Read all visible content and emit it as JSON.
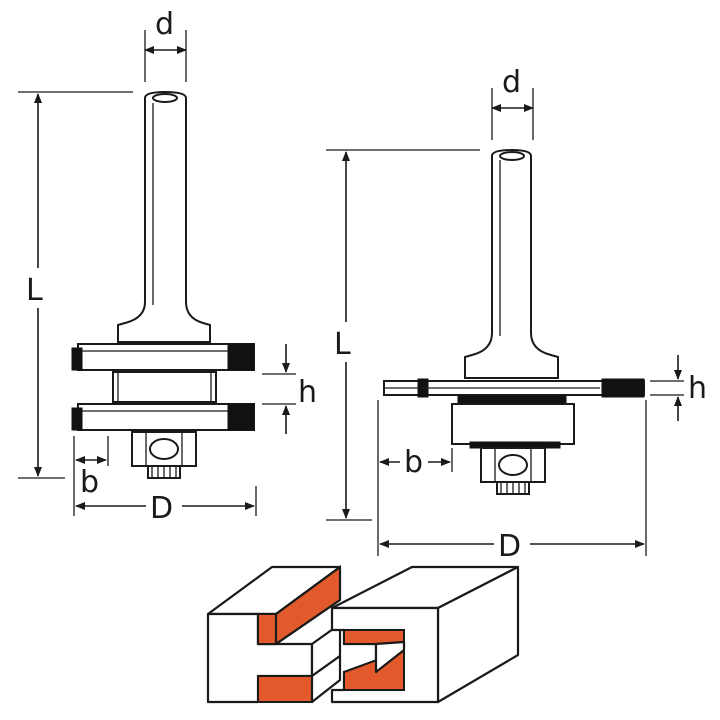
{
  "colors": {
    "accent": "#e25a2c",
    "ink": "#1a1a1a"
  },
  "left_cutter": {
    "d_label": "d",
    "L_label": "L",
    "h_label": "h",
    "b_label": "b",
    "D_label": "D"
  },
  "right_cutter": {
    "d_label": "d",
    "L_label": "L",
    "h_label": "h",
    "b_label": "b",
    "D_label": "D"
  }
}
